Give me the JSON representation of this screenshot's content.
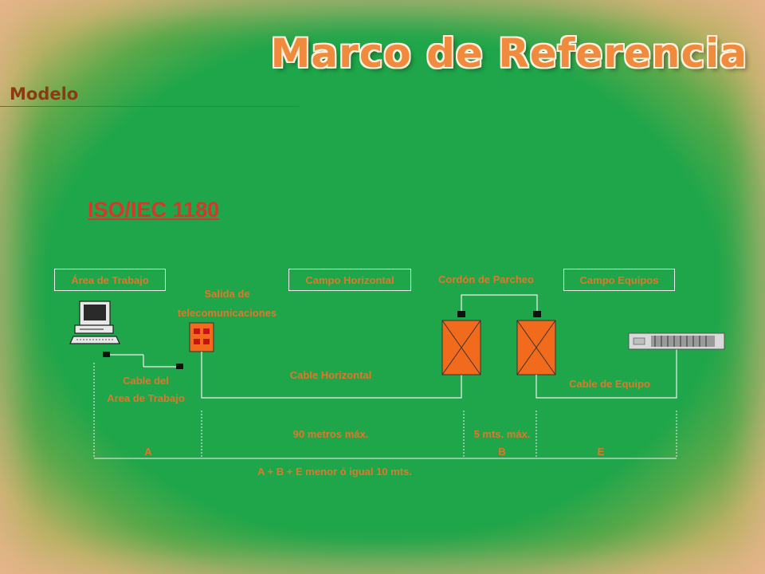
{
  "header": {
    "title": "Marco de Referencia",
    "subtitle": "Modelo"
  },
  "diagram": {
    "standard": "ISO/IEC 1180",
    "boxes": {
      "work_area": "Área de Trabajo",
      "horizontal_field": "Campo Horizontal",
      "equipment_field": "Campo Equipos"
    },
    "labels": {
      "patch_cord": "Cordón de Parcheo",
      "telecom_outlet_line1": "Salida de",
      "telecom_outlet_line2": "telecomunicaciones",
      "work_area_cable_line1": "Cable del",
      "work_area_cable_line2": "Area de Trabajo",
      "horizontal_cable": "Cable Horizontal",
      "equipment_cable": "Cable de Equipo"
    },
    "dimensions": {
      "horizontal_max": "90 metros máx.",
      "patch_max": "5 mts. máx.",
      "segment_a": "A",
      "segment_b": "B",
      "segment_e": "E",
      "rule": "A + B + E menor ó igual 10 mts."
    },
    "colors": {
      "accent": "#f26a1b",
      "label": "#e0772a",
      "title_red": "#d9362a"
    }
  }
}
